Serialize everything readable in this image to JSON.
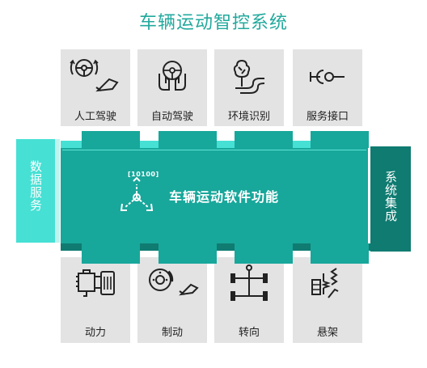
{
  "title": "车辆运动智控系统",
  "top_cards": [
    {
      "label": "人工驾驶",
      "icon": "steering-wheel-pedal-icon"
    },
    {
      "label": "自动驾驶",
      "icon": "hands-on-wheel-icon"
    },
    {
      "label": "环境识别",
      "icon": "tree-road-icon"
    },
    {
      "label": "服务接口",
      "icon": "interface-connector-icon"
    }
  ],
  "bottom_cards": [
    {
      "label": "动力",
      "icon": "motor-gearbox-icon"
    },
    {
      "label": "制动",
      "icon": "brake-disc-pedal-icon"
    },
    {
      "label": "转向",
      "icon": "steering-axle-icon"
    },
    {
      "label": "悬架",
      "icon": "suspension-spring-icon"
    }
  ],
  "center": {
    "title": "车辆运动软件功能",
    "code": "[10100]"
  },
  "left_panel": {
    "label": "数据服务"
  },
  "right_panel": {
    "label": "系统集成"
  },
  "colors": {
    "teal": "#18a79b",
    "title_teal": "#22a99d",
    "light_teal": "#46e0d4",
    "dark_teal": "#0f7b71",
    "card_gray": "#e3e3e3"
  }
}
